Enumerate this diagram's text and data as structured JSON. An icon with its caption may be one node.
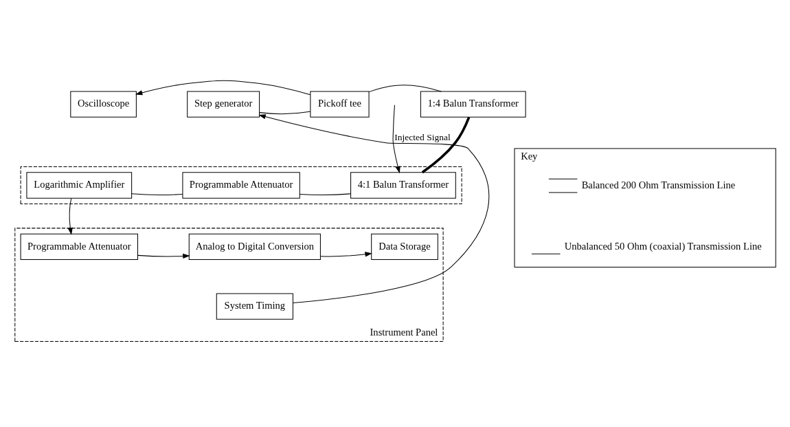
{
  "diagram": {
    "nodes": [
      {
        "text": [
          "Oscilloscope"
        ]
      },
      {
        "text": [
          "Step generator"
        ]
      },
      {
        "text": [
          "Pickoff tee"
        ]
      },
      {
        "text": [
          "1:4 Balun Transformer"
        ]
      },
      {
        "text": [],
        "shape": "box"
      },
      {
        "text": [
          "Logarithmic Amplifier"
        ],
        "in": 4
      },
      {
        "text": [
          "Programmable Attenuator"
        ],
        "in": 4
      },
      {
        "text": [
          "4:1 Balun Transformer"
        ],
        "in": 4
      },
      {
        "text": [
          "Instrument Panel"
        ]
      },
      {
        "text": [
          "Programmable Attenuator"
        ],
        "in": 8
      },
      {
        "text": [
          "Analog to Digital Conversion"
        ],
        "in": 8
      },
      {
        "text": [
          "System Timing"
        ],
        "in": 8
      },
      {
        "text": [
          "Data Storage"
        ],
        "in": 8
      },
      {
        "text": [
          "Key"
        ]
      }
    ],
    "edges": [
      {
        "from": 11,
        "to": 1,
        "arrow": "to"
      },
      {
        "from": 1,
        "to": 2,
        "arrow": "none"
      },
      {
        "from": 2,
        "to": 3,
        "arrow": "none"
      },
      {
        "from": 2,
        "to": 0,
        "arrow": "to"
      },
      {
        "from": 3,
        "to": 7,
        "arrow": "none",
        "style": "thick"
      },
      {
        "from": null,
        "to": 7,
        "arrow": "to",
        "label": "Injected Signal"
      },
      {
        "from": 6,
        "to": 7,
        "arrow": "none"
      },
      {
        "from": 5,
        "to": 6,
        "arrow": "none"
      },
      {
        "from": 5,
        "to": 9,
        "arrow": "to"
      },
      {
        "from": 9,
        "to": 10,
        "arrow": "to"
      },
      {
        "from": 10,
        "to": 12,
        "arrow": "to"
      }
    ],
    "legend": [
      {
        "text": "Balanced 200 Ohm Transmission Line"
      },
      {
        "text": "Unbalanced 50 Ohm (coaxial) Transmission Line"
      }
    ]
  }
}
